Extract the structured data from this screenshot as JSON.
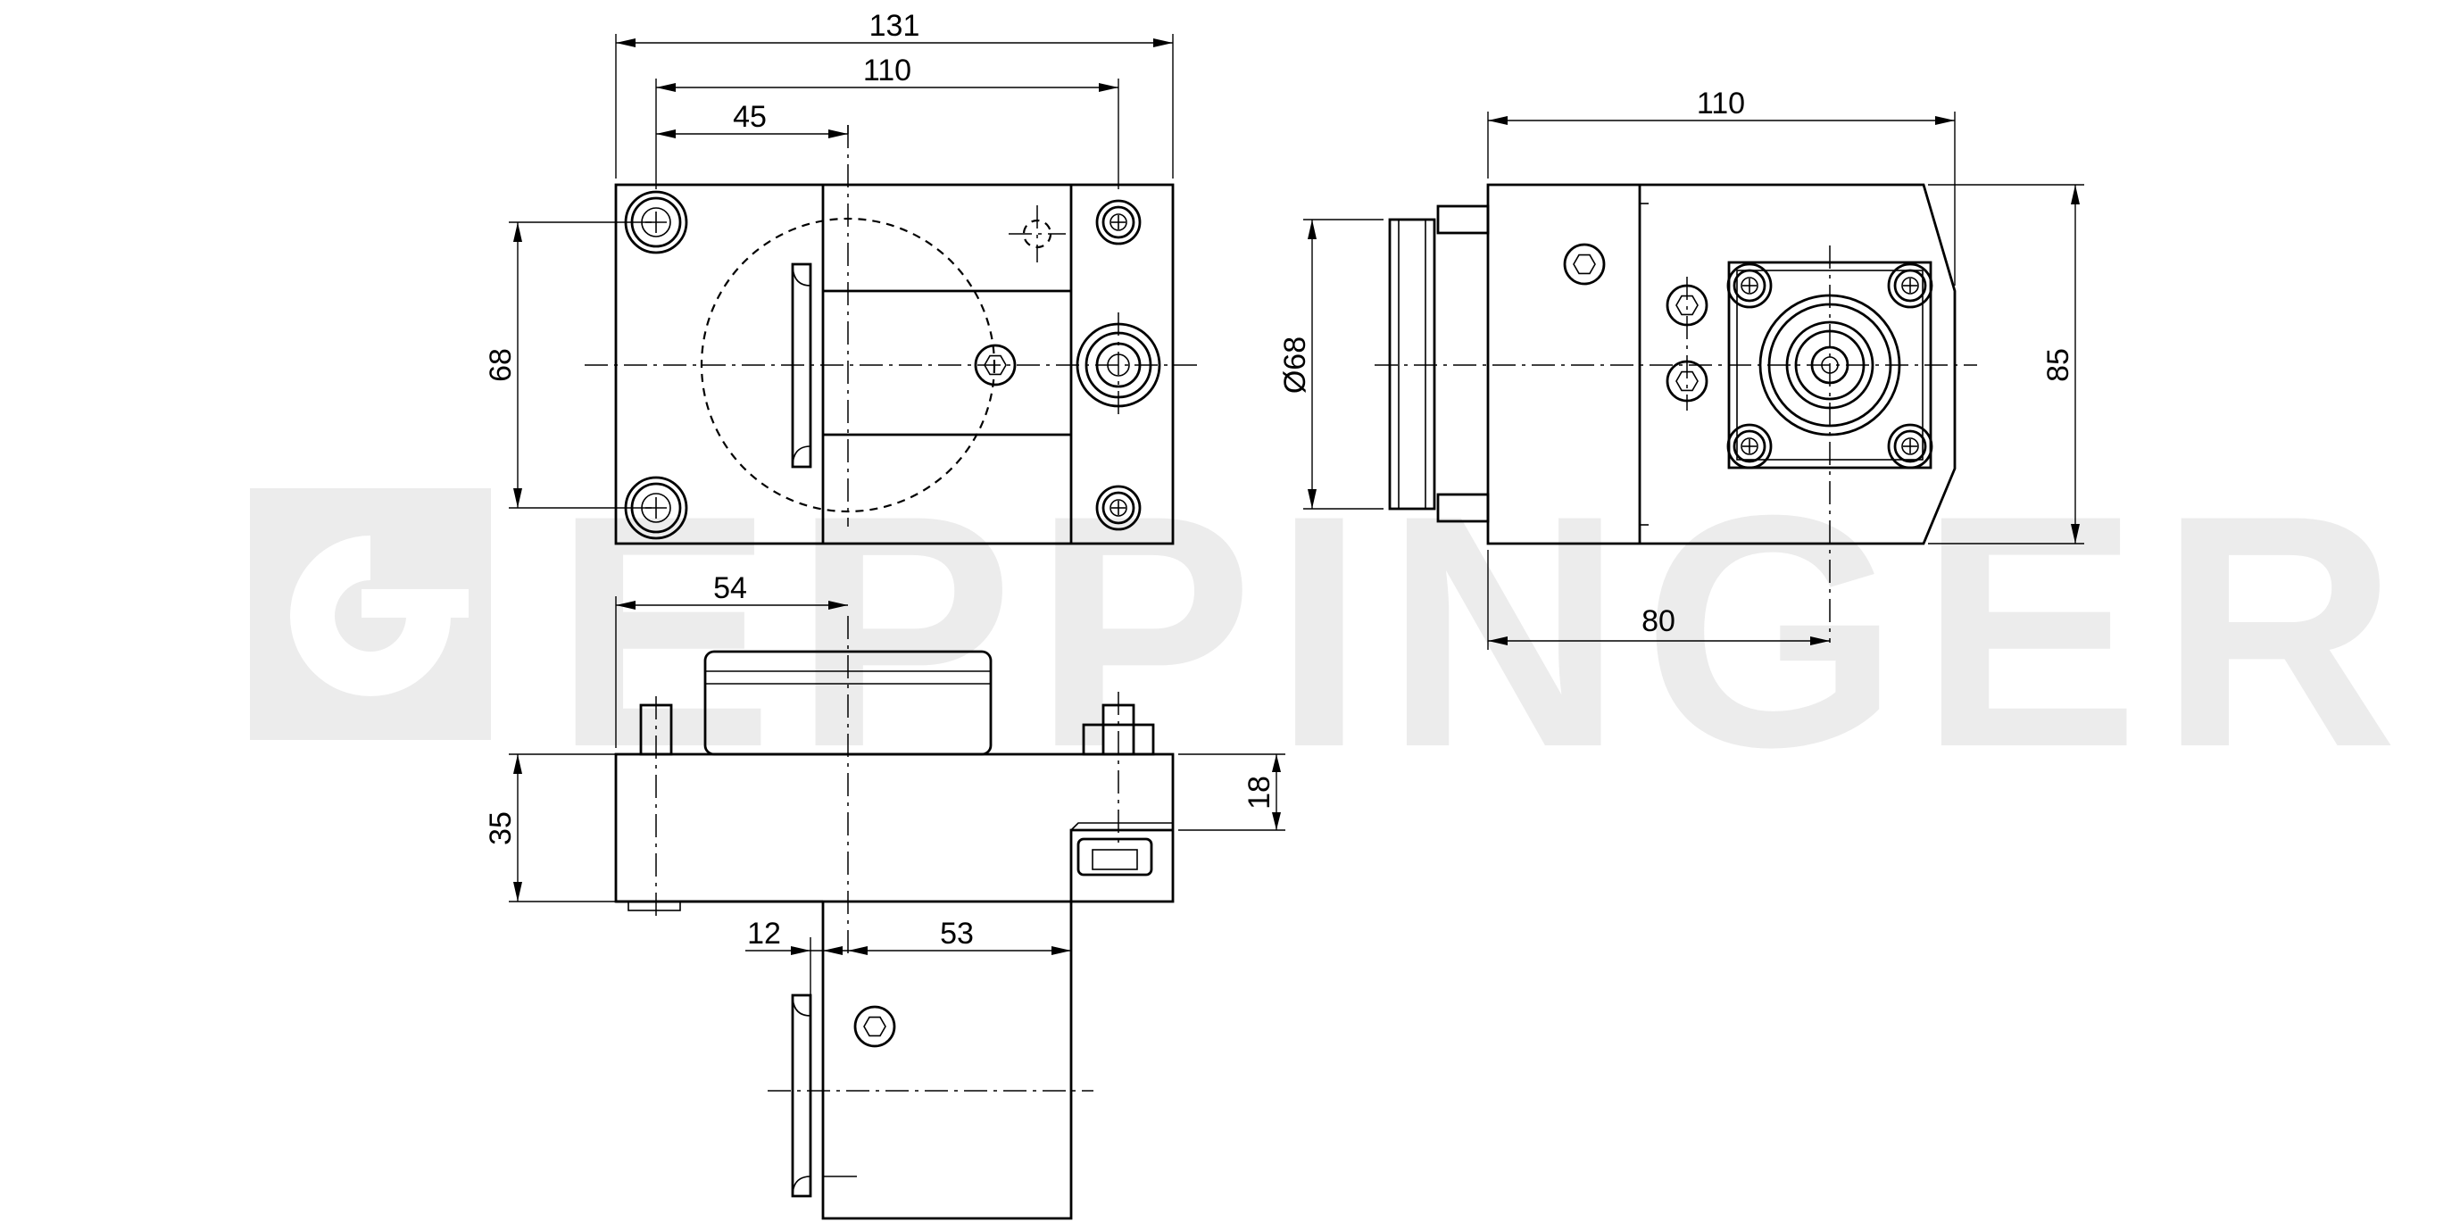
{
  "watermark": {
    "text": "EPPINGER",
    "color": "#ececec",
    "icon": "eppinger-logo-icon"
  },
  "front_view": {
    "dims": {
      "overall_width": "131",
      "hole_spacing": "110",
      "axis_offset": "45",
      "height": "68"
    }
  },
  "side_view": {
    "dims": {
      "width": "110",
      "diameter": "Ø68",
      "height": "85",
      "axis_offset": "80"
    }
  },
  "top_view": {
    "dims": {
      "offset": "54",
      "flange_height": "35",
      "stud_height": "18",
      "lip": "12",
      "tool_offset": "53"
    }
  },
  "colors": {
    "line": "#000000",
    "background": "#ffffff"
  }
}
